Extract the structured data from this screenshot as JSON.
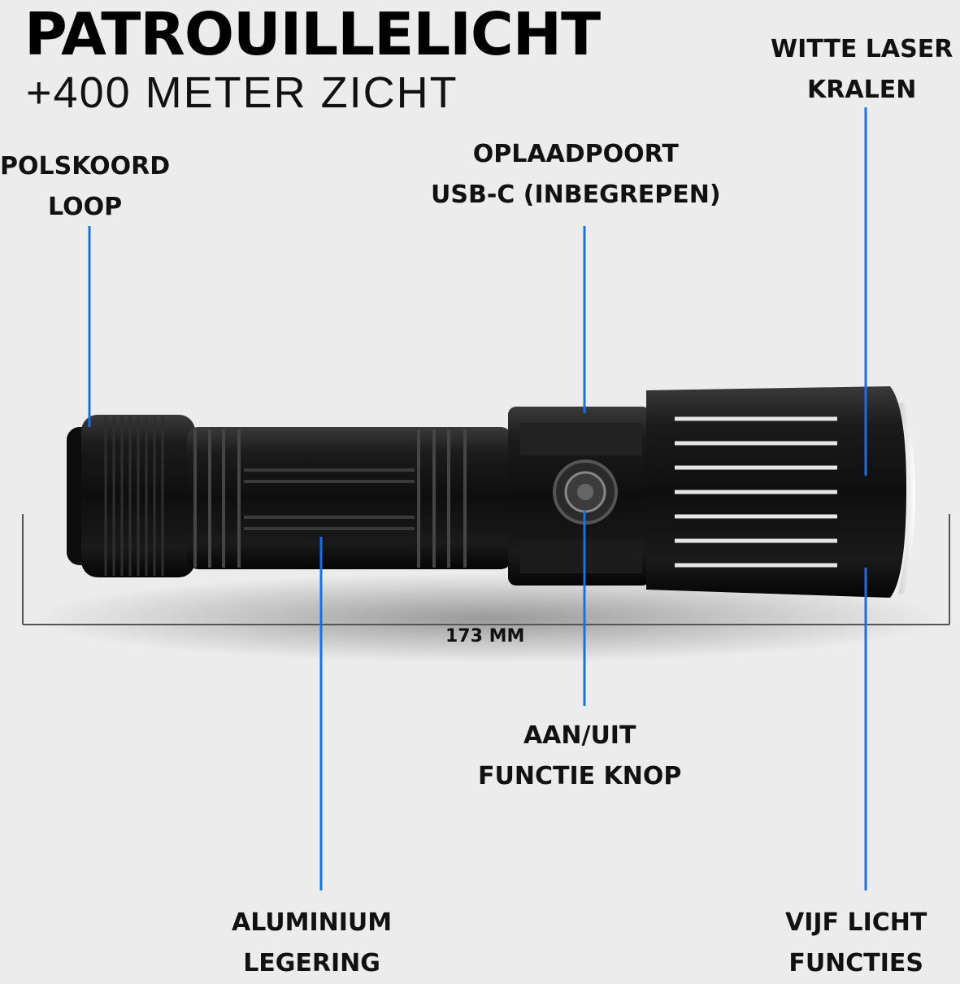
{
  "title": "PATROUILLELICHT",
  "subtitle": "+400 METER ZICHT",
  "callouts": {
    "witte_laser": [
      "WITTE LASER",
      "KRALEN"
    ],
    "polskoord": [
      "POLSKOORD",
      "LOOP"
    ],
    "oplaadpoort": [
      "OPLAADPOORT",
      "USB-C (INBEGREPEN)"
    ],
    "aan_uit": [
      "AAN/UIT",
      "FUNCTIE KNOP"
    ],
    "aluminium": [
      "ALUMINIUM",
      "LEGERING"
    ],
    "vijf_licht": [
      "VIJF LICHT",
      "FUNCTIES"
    ]
  },
  "dimension": "173 MM",
  "colors": {
    "leader_line": "#1f6fd6",
    "background": "#ececec",
    "body": "#161616"
  }
}
